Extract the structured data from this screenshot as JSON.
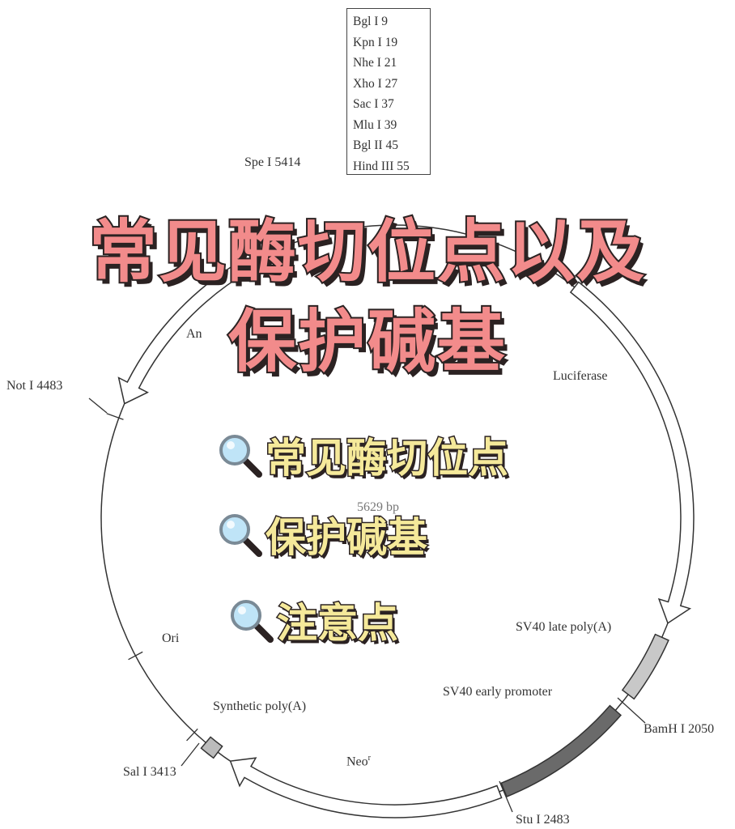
{
  "enzyme_box": [
    "Bgl I 9",
    "Kpn I 19",
    "Nhe I 21",
    "Xho I 27",
    "Sac I 37",
    "Mlu I 39",
    "Bgl II 45",
    "Hind III 55"
  ],
  "labels": {
    "spe": "Spe I 5414",
    "amp": "An",
    "not": "Not I 4483",
    "luciferase": "Luciferase",
    "size": "5629 bp",
    "ori": "Ori",
    "synthetic_polya": "Synthetic poly(A)",
    "sal": "Sal I 3413",
    "neo": "Neo",
    "neo_sup": "r",
    "sv40_late": "SV40 late poly(A)",
    "sv40_early": "SV40 early promoter",
    "bamh": "BamH I 2050",
    "stu": "Stu I 2483"
  },
  "title": {
    "line1": "常见酶切位点以及",
    "line2": "保护碱基"
  },
  "bullets": [
    {
      "icon": "magnifier-icon",
      "text": "常见酶切位点"
    },
    {
      "icon": "magnifier-icon",
      "text": "保护碱基"
    },
    {
      "icon": "magnifier-icon",
      "text": "注意点"
    }
  ],
  "colors": {
    "title": "#f28b8b",
    "bullet": "#f5e99a",
    "outline": "#2b2222",
    "late_polya": "#c8c8c8",
    "early_promoter": "#6a6a6a"
  }
}
